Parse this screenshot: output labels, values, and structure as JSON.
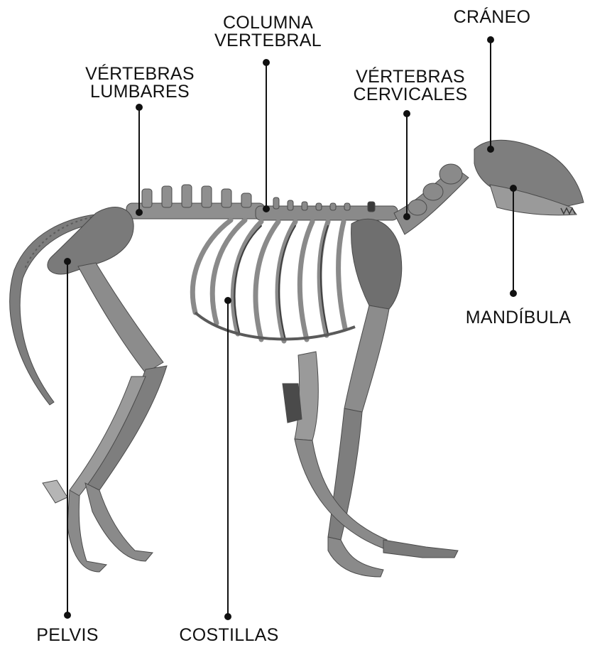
{
  "labels": {
    "craneo": "CRÁNEO",
    "columna_1": "COLUMNA",
    "columna_2": "VERTEBRAL",
    "lumbares_1": "VÉRTEBRAS",
    "lumbares_2": "LUMBARES",
    "cervicales_1": "VÉRTEBRAS",
    "cervicales_2": "CERVICALES",
    "mandibula": "MANDÍBULA",
    "pelvis": "PELVIS",
    "costillas": "COSTILLAS"
  },
  "colors": {
    "bone": "#8c8c8c",
    "bone_dark": "#4a4a4a",
    "bone_light": "#b5b5b5",
    "leader": "#111111",
    "text": "#111111"
  }
}
